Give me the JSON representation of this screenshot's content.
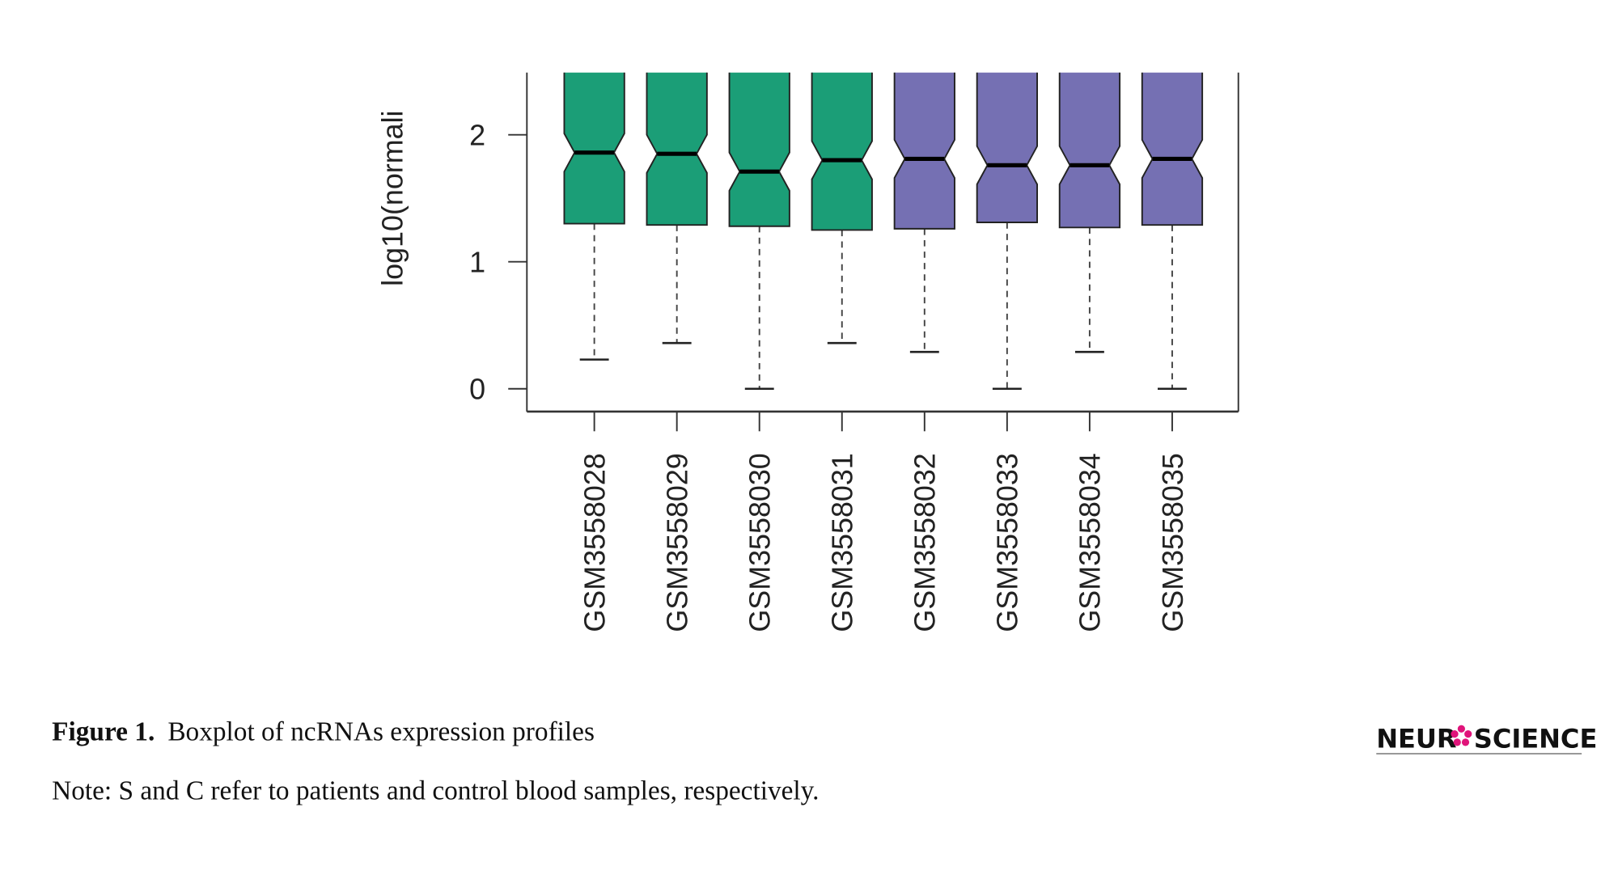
{
  "chart_data": {
    "type": "boxplot",
    "title": "",
    "xlabel": "",
    "ylabel": "log10(normali",
    "ylim": [
      -0.18,
      2.49
    ],
    "yticks": [
      0,
      1,
      2
    ],
    "notched": true,
    "grid": false,
    "categories": [
      "GSM3558028",
      "GSM3558029",
      "GSM3558030",
      "GSM3558031",
      "GSM3558032",
      "GSM3558033",
      "GSM3558034",
      "GSM3558035"
    ],
    "colors": [
      "#1b9e77",
      "#1b9e77",
      "#1b9e77",
      "#1b9e77",
      "#7570b3",
      "#7570b3",
      "#7570b3",
      "#7570b3"
    ],
    "lower_whisker": [
      0.23,
      0.36,
      0.0,
      0.36,
      0.29,
      0.0,
      0.29,
      0.0
    ],
    "q1": [
      1.3,
      1.29,
      1.28,
      1.25,
      1.26,
      1.31,
      1.27,
      1.29
    ],
    "median": [
      1.86,
      1.85,
      1.71,
      1.8,
      1.81,
      1.76,
      1.76,
      1.81
    ],
    "q3": [
      null,
      null,
      null,
      null,
      null,
      null,
      null,
      null
    ]
  },
  "caption": {
    "figure_label": "Figure 1.",
    "figure_text": "Boxplot of ncRNAs expression profiles",
    "note": "Note: S and C refer to patients and control blood samples, respectively."
  },
  "logo": {
    "text_left": "NEUR",
    "text_right": "SCIENCE",
    "accent": "#e0147a"
  }
}
